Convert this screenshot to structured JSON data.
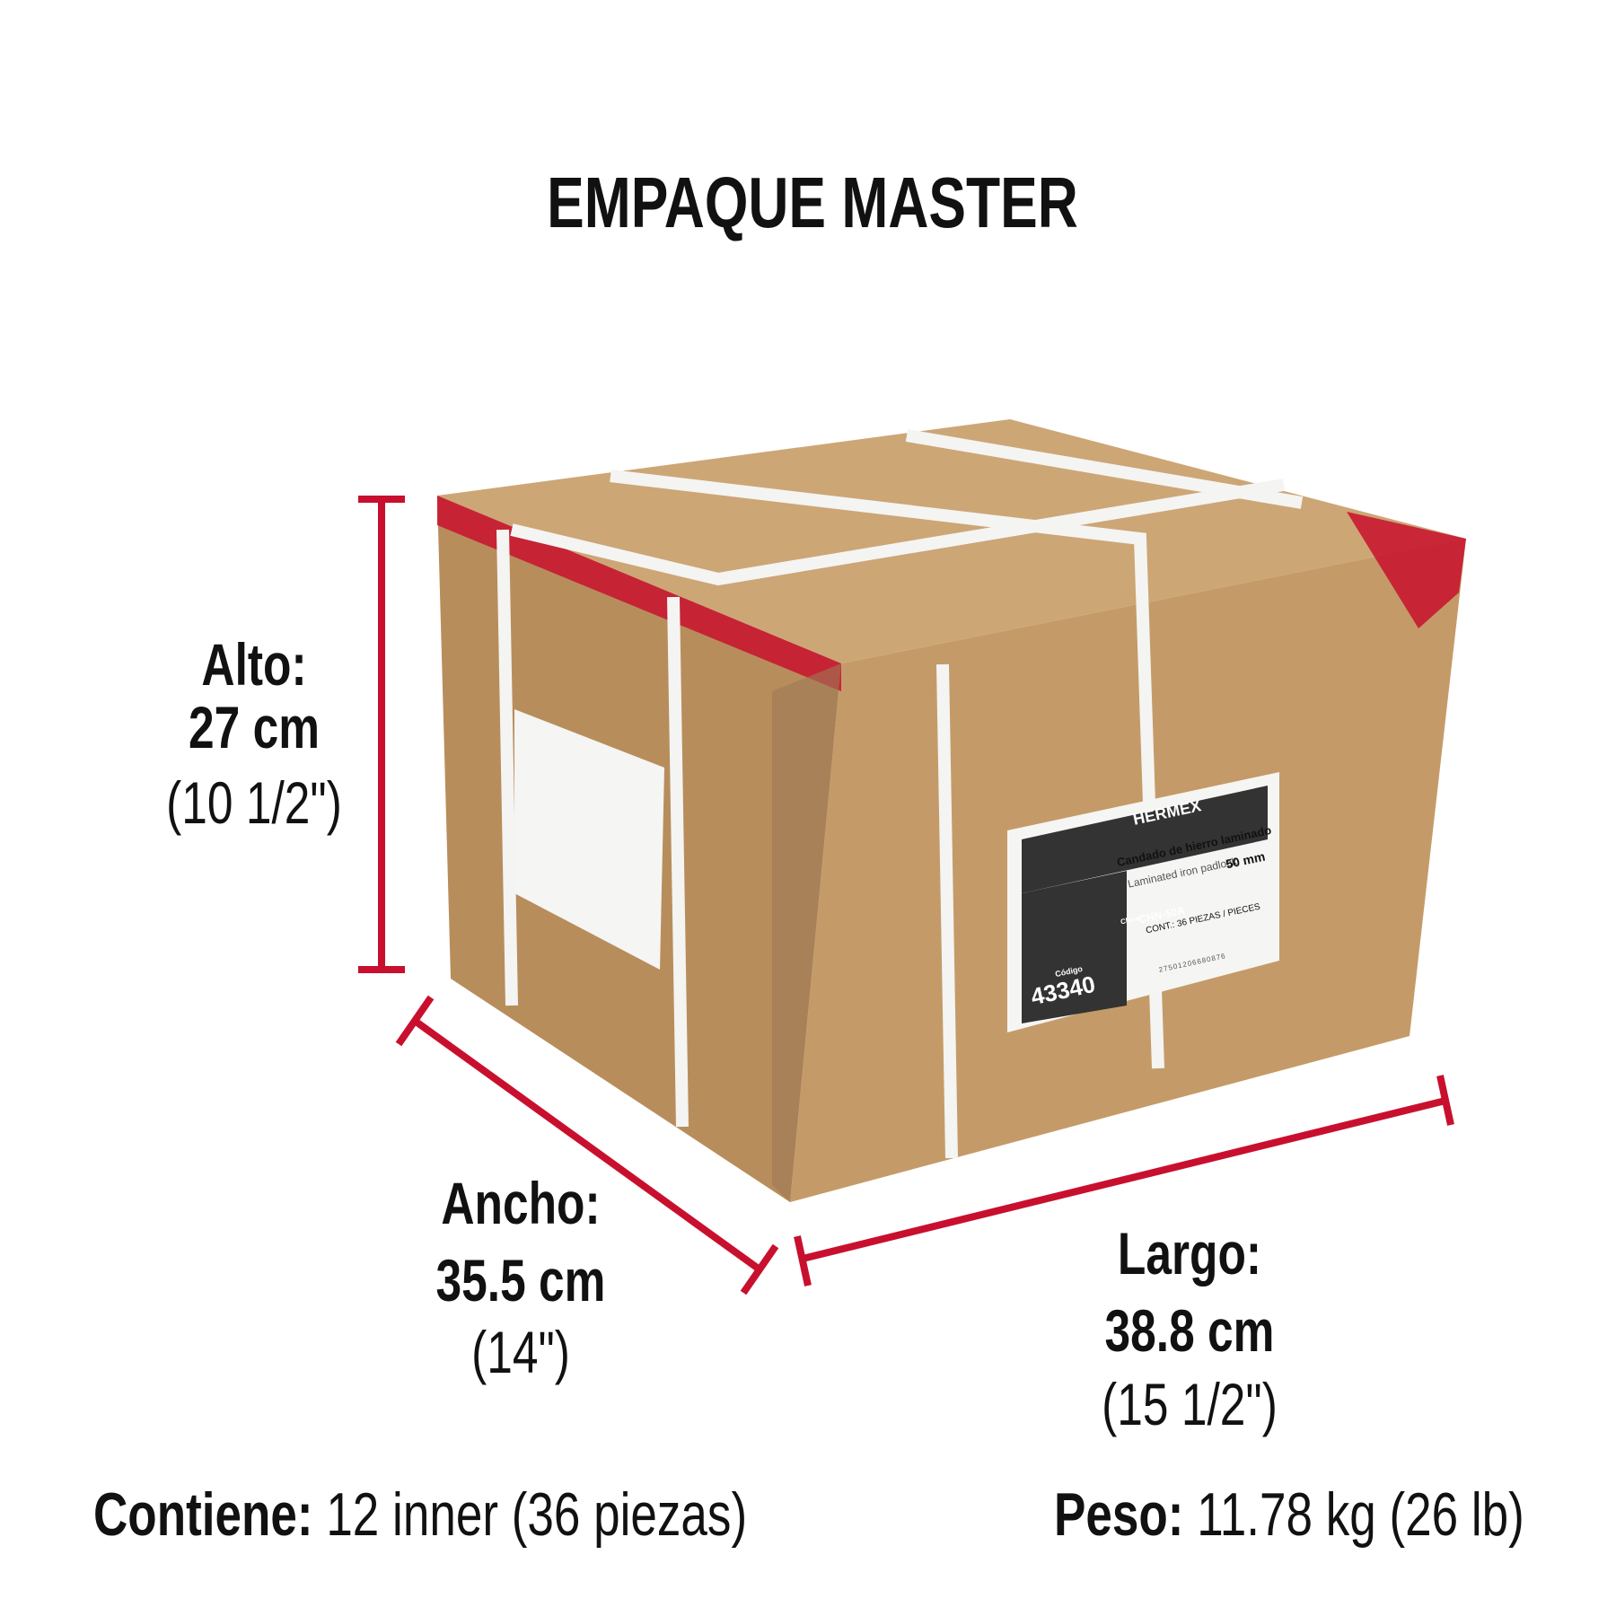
{
  "title": "EMPAQUE MASTER",
  "dimensions": {
    "alto": {
      "label": "Alto:",
      "metric": "27 cm",
      "imperial": "(10 1/2\")"
    },
    "ancho": {
      "label": "Ancho:",
      "metric": "35.5 cm",
      "imperial": "(14\")"
    },
    "largo": {
      "label": "Largo:",
      "metric": "38.8 cm",
      "imperial": "(15 1/2\")"
    }
  },
  "contents": {
    "label": "Contiene:",
    "value": "12 inner (36 piezas)"
  },
  "weight": {
    "label": "Peso:",
    "value": "11.78 kg (26 lb)"
  },
  "box_label": {
    "brand": "HERMEX",
    "product_es": "Candado de hierro laminado",
    "product_en": "Laminated iron padlock",
    "size": "50 mm",
    "clave_label": "Clave:",
    "clave": "CHN-50A",
    "cont": "CONT.: 36 PIEZAS / PIECES",
    "barcode": "27501206680876",
    "codigo_label": "Código",
    "codigo": "43340"
  },
  "colors": {
    "accent": "#c8102e",
    "cardboard": "#c39a66",
    "text": "#111111"
  }
}
